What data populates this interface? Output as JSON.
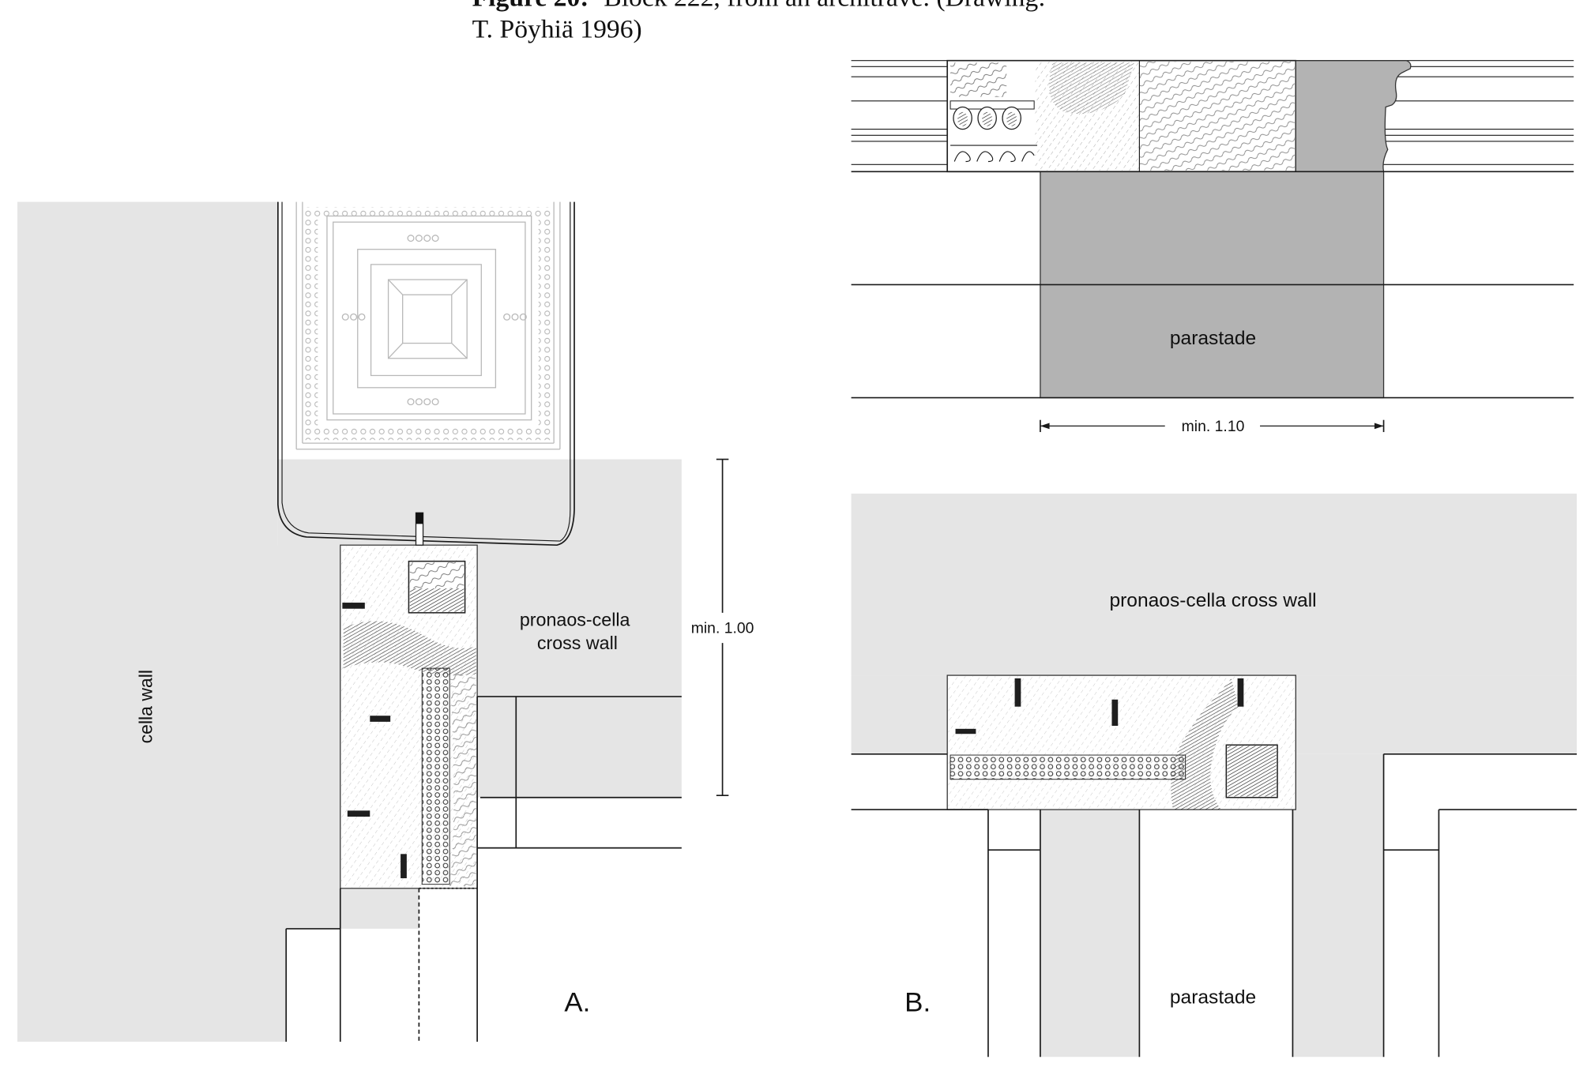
{
  "caption": {
    "figure_label": "Figure 20:",
    "line1_text": "Block 222, from an architrave. (Drawing:",
    "line2": "T. Pöyhiä 1996)"
  },
  "drawing_a": {
    "cella_wall_label": "cella wall",
    "cross_wall_label_line1": "pronaos-cella",
    "cross_wall_label_line2": "cross wall",
    "dimension_label": "min. 1.00",
    "panel_label": "A."
  },
  "drawing_b": {
    "parastade_elevation_label": "parastade",
    "dimension_label": "min. 1.10",
    "cross_wall_label": "pronaos-cella cross wall",
    "parastade_plan_label": "parastade",
    "panel_label": "B."
  },
  "colors": {
    "wall_fill": "#e5e5e5",
    "parastade_fill": "#b3b3b3",
    "line": "#1a1a1a"
  }
}
